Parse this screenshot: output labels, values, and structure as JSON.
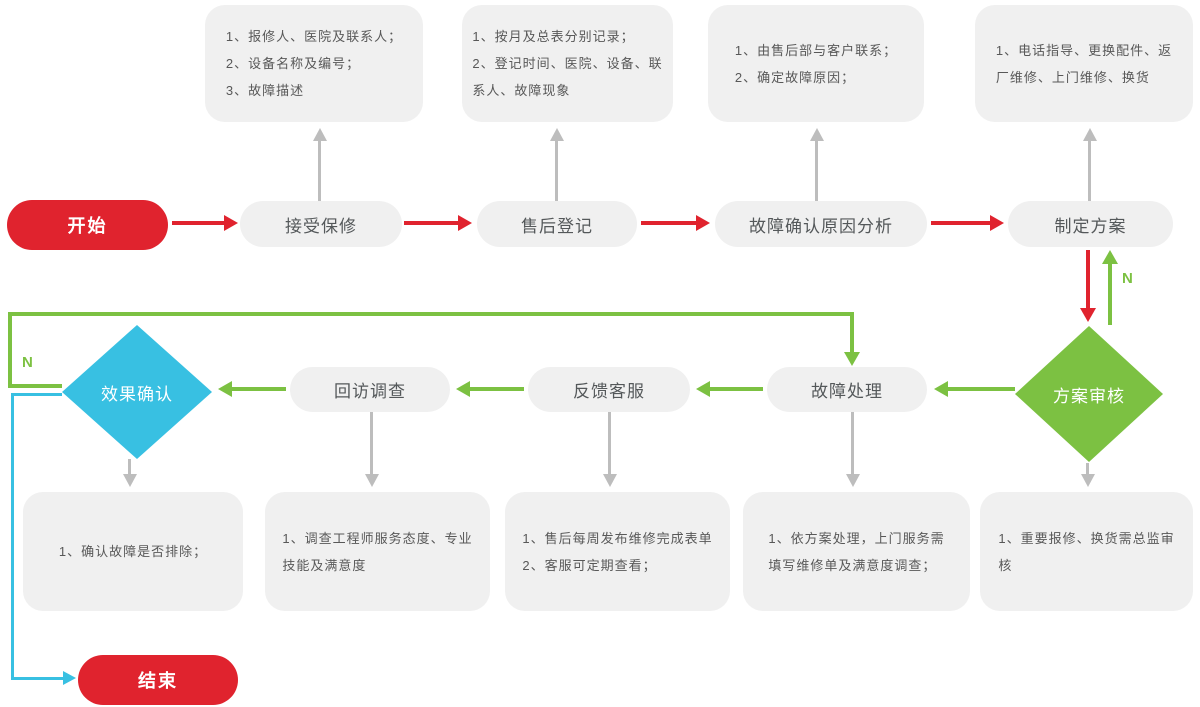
{
  "palette": {
    "red": "#e0232e",
    "green": "#7cc142",
    "cyan": "#38c0e2",
    "gray": "#bdbdbd",
    "box_bg": "#f0f0f0",
    "text": "#585858"
  },
  "flow": {
    "start": "开始",
    "accept": "接受保修",
    "register": "售后登记",
    "confirm": "故障确认原因分析",
    "plan": "制定方案",
    "review": "方案审核",
    "handle": "故障处理",
    "feedback": "反馈客服",
    "visit": "回访调查",
    "effect": "效果确认",
    "end": "结束",
    "n_review": "N",
    "n_effect": "N"
  },
  "notes": {
    "accept": {
      "lines": [
        "1、报修人、医院及联系人；",
        "2、设备名称及编号；",
        "3、故障描述"
      ]
    },
    "register": {
      "lines": [
        "1、按月及总表分别记录；",
        "2、登记时间、医院、设备、联",
        "系人、故障现象"
      ]
    },
    "confirm": {
      "lines": [
        "1、由售后部与客户联系；",
        "2、确定故障原因；"
      ]
    },
    "plan": {
      "lines": [
        "1、电话指导、更换配件、返",
        "厂维修、上门维修、换货"
      ]
    },
    "effect": {
      "lines": [
        "1、确认故障是否排除；"
      ]
    },
    "visit": {
      "lines": [
        "1、调查工程师服务态度、专业",
        "技能及满意度"
      ]
    },
    "feedback": {
      "lines": [
        "1、售后每周发布维修完成表单",
        "2、客服可定期查看；"
      ]
    },
    "handle": {
      "lines": [
        "1、依方案处理，上门服务需",
        "填写维修单及满意度调查；"
      ]
    },
    "review": {
      "lines": [
        "1、重要报修、换货需总监审",
        "核"
      ]
    }
  }
}
